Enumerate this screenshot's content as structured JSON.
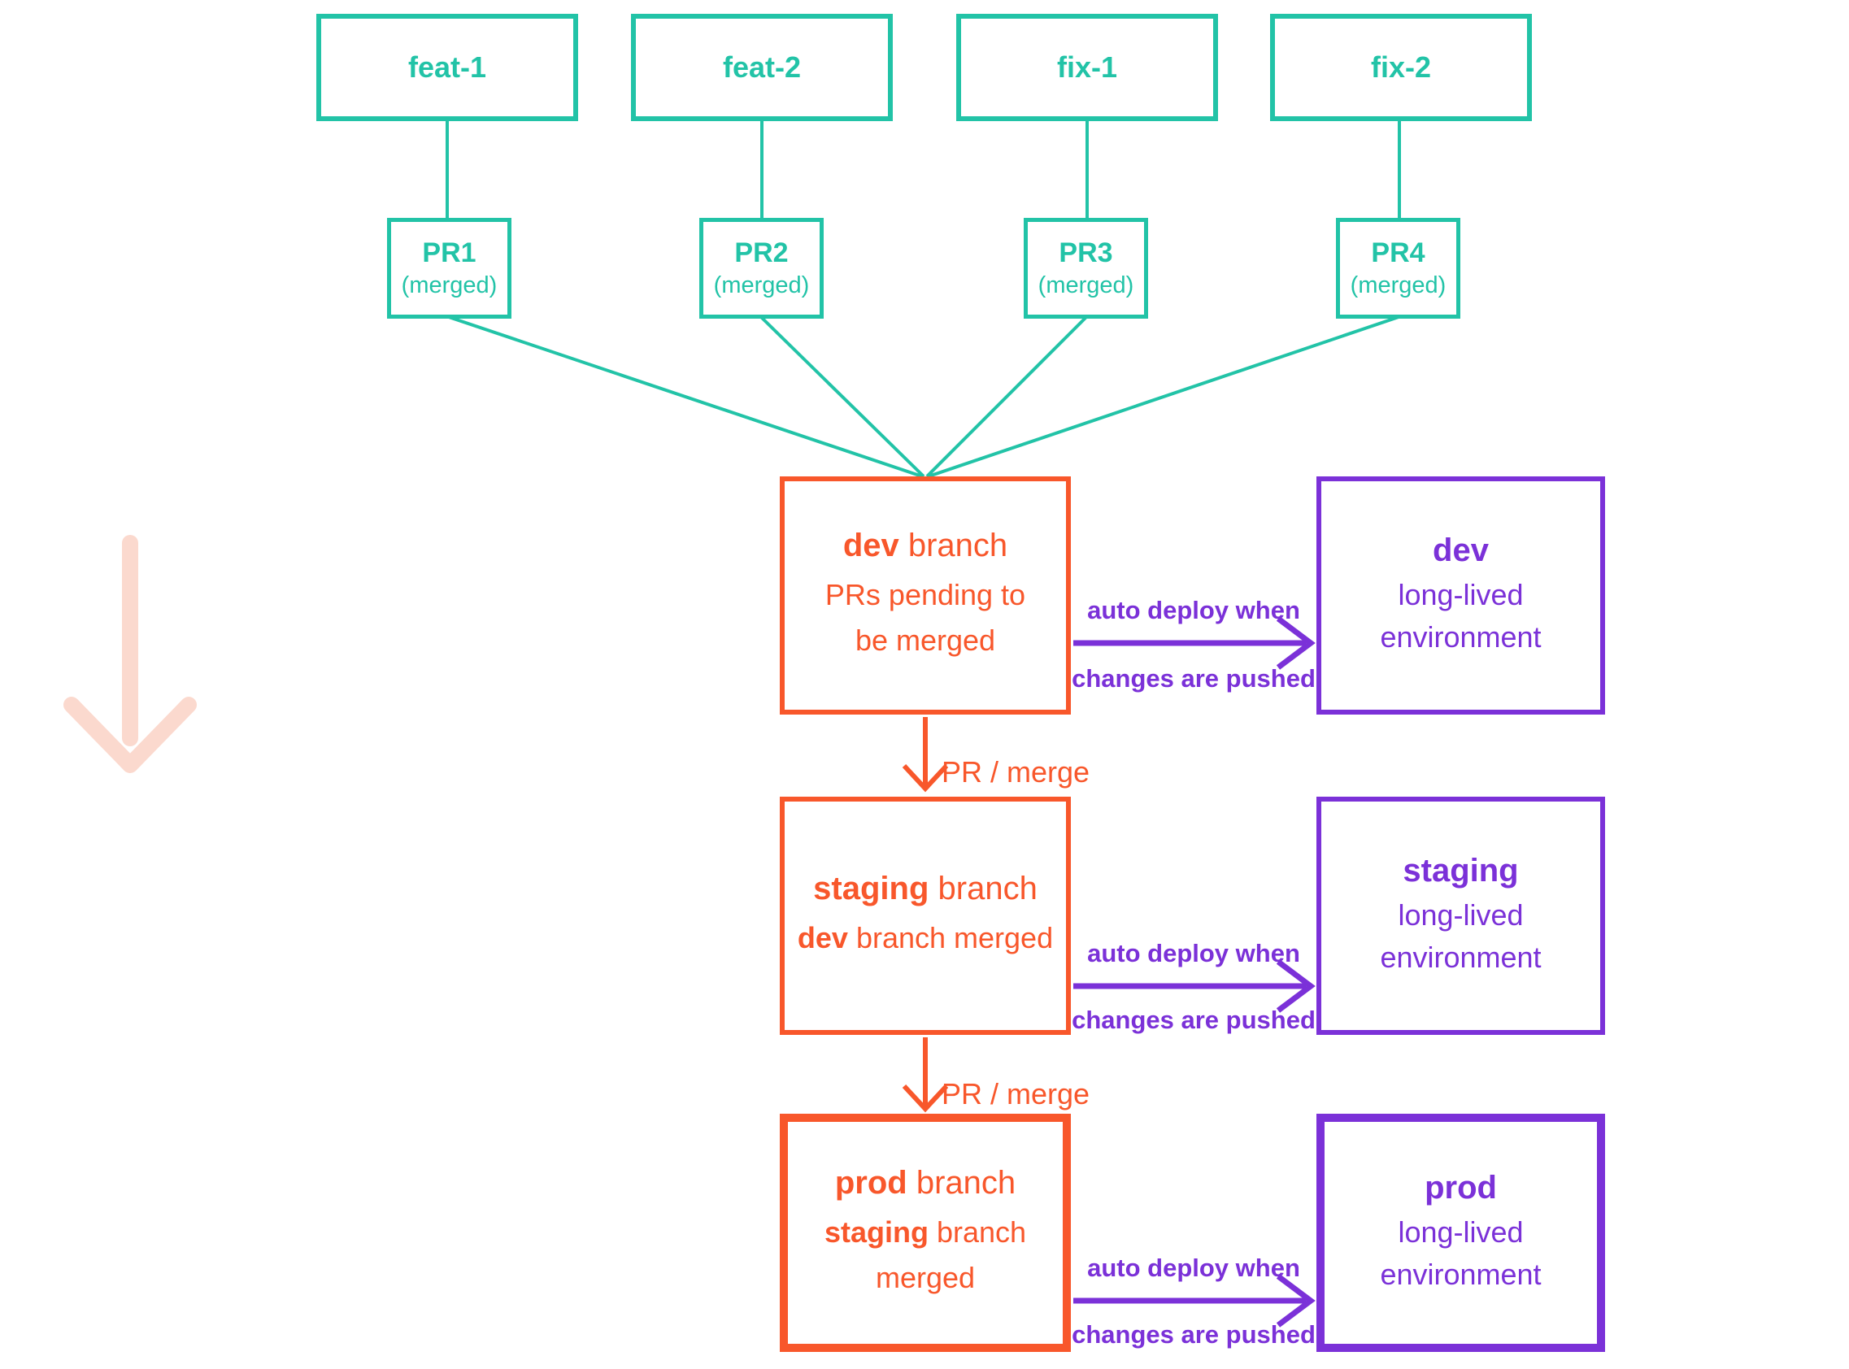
{
  "colors": {
    "teal": "#22C3A7",
    "orange": "#F8572B",
    "purple": "#7B31D8",
    "pink": "#FBD9CE"
  },
  "diagram": {
    "feature_branches": [
      "feat-1",
      "feat-2",
      "fix-1",
      "fix-2"
    ],
    "pull_requests": [
      {
        "name": "PR1",
        "status": "(merged)"
      },
      {
        "name": "PR2",
        "status": "(merged)"
      },
      {
        "name": "PR3",
        "status": "(merged)"
      },
      {
        "name": "PR4",
        "status": "(merged)"
      }
    ],
    "branch_nodes": [
      {
        "title_bold": "dev",
        "title_rest": " branch",
        "subtitle_bold": "",
        "subtitle_rest": "PRs pending to be merged"
      },
      {
        "title_bold": "staging",
        "title_rest": " branch",
        "subtitle_bold": "dev",
        "subtitle_rest": " branch merged"
      },
      {
        "title_bold": "prod",
        "title_rest": " branch",
        "subtitle_bold": "staging",
        "subtitle_rest": " branch merged"
      }
    ],
    "environment_nodes": [
      {
        "name": "dev",
        "description": "long-lived environment"
      },
      {
        "name": "staging",
        "description": "long-lived environment"
      },
      {
        "name": "prod",
        "description": "long-lived environment"
      }
    ],
    "labels": {
      "deploy_line1": "auto deploy when",
      "deploy_line2": "changes are pushed",
      "merge": "PR / merge"
    }
  }
}
